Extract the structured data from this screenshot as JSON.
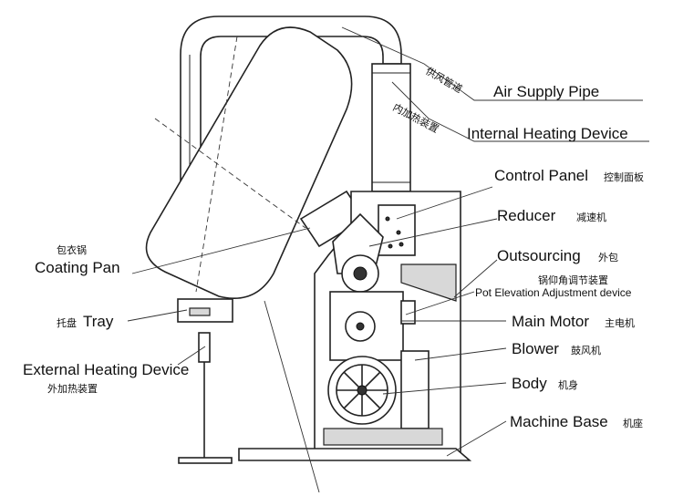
{
  "labels": {
    "air_supply_pipe": {
      "en": "Air Supply Pipe",
      "cn": "供风管道"
    },
    "internal_heating": {
      "en": "Internal Heating Device",
      "cn": "内加热装置"
    },
    "control_panel": {
      "en": "Control Panel",
      "cn": "控制面板"
    },
    "reducer": {
      "en": "Reducer",
      "cn": "减速机"
    },
    "outsourcing": {
      "en": "Outsourcing",
      "cn": "外包"
    },
    "pot_elevation": {
      "en": "Pot Elevation Adjustment device",
      "cn": "锅仰角调节装置"
    },
    "main_motor": {
      "en": "Main Motor",
      "cn": "主电机"
    },
    "blower": {
      "en": "Blower",
      "cn": "鼓风机"
    },
    "body": {
      "en": "Body",
      "cn": "机身"
    },
    "machine_base": {
      "en": "Machine Base",
      "cn": "机座"
    },
    "coating_pan": {
      "en": "Coating Pan",
      "cn": "包衣锅"
    },
    "tray": {
      "en": "Tray",
      "cn": "托盘"
    },
    "external_heating": {
      "en": "External Heating Device",
      "cn": "外加热装置"
    }
  }
}
